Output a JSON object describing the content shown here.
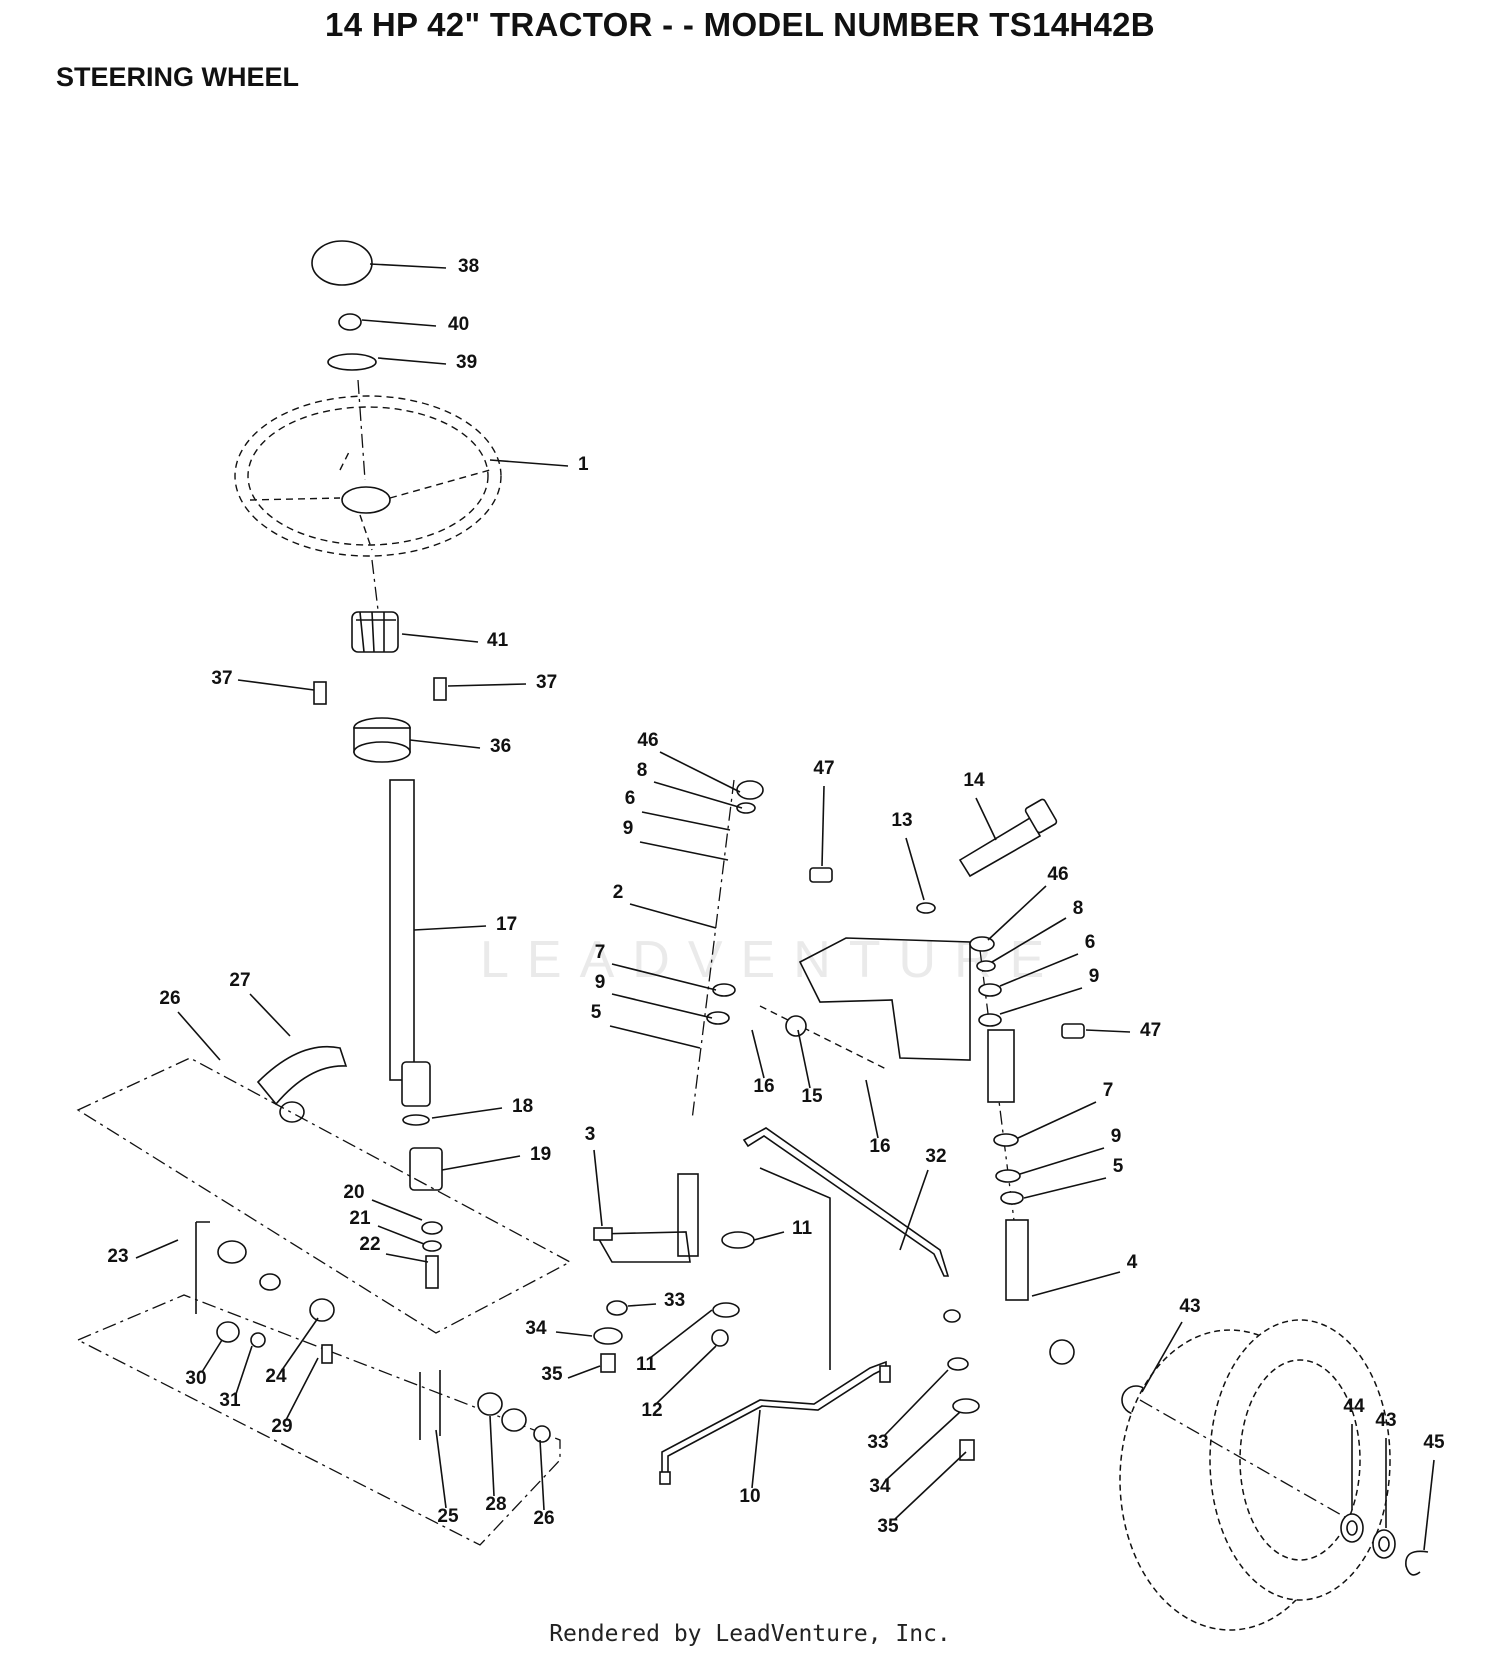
{
  "header": {
    "title": "14 HP 42\" TRACTOR - - MODEL NUMBER TS14H42B",
    "subtitle": "STEERING WHEEL"
  },
  "footer": {
    "text": "Rendered by LeadVenture, Inc."
  },
  "watermark": {
    "text": "LEADVENTURE"
  },
  "callouts": [
    "38",
    "40",
    "39",
    "1",
    "41",
    "37",
    "37",
    "36",
    "17",
    "26",
    "27",
    "18",
    "19",
    "20",
    "21",
    "22",
    "23",
    "30",
    "31",
    "24",
    "29",
    "25",
    "28",
    "26",
    "46",
    "8",
    "6",
    "9",
    "47",
    "2",
    "7",
    "9",
    "5",
    "16",
    "15",
    "16",
    "3",
    "11",
    "33",
    "34",
    "35",
    "11",
    "12",
    "32",
    "10",
    "33",
    "34",
    "35",
    "14",
    "13",
    "46",
    "8",
    "6",
    "9",
    "47",
    "7",
    "9",
    "5",
    "4",
    "43",
    "44",
    "43",
    "45"
  ]
}
